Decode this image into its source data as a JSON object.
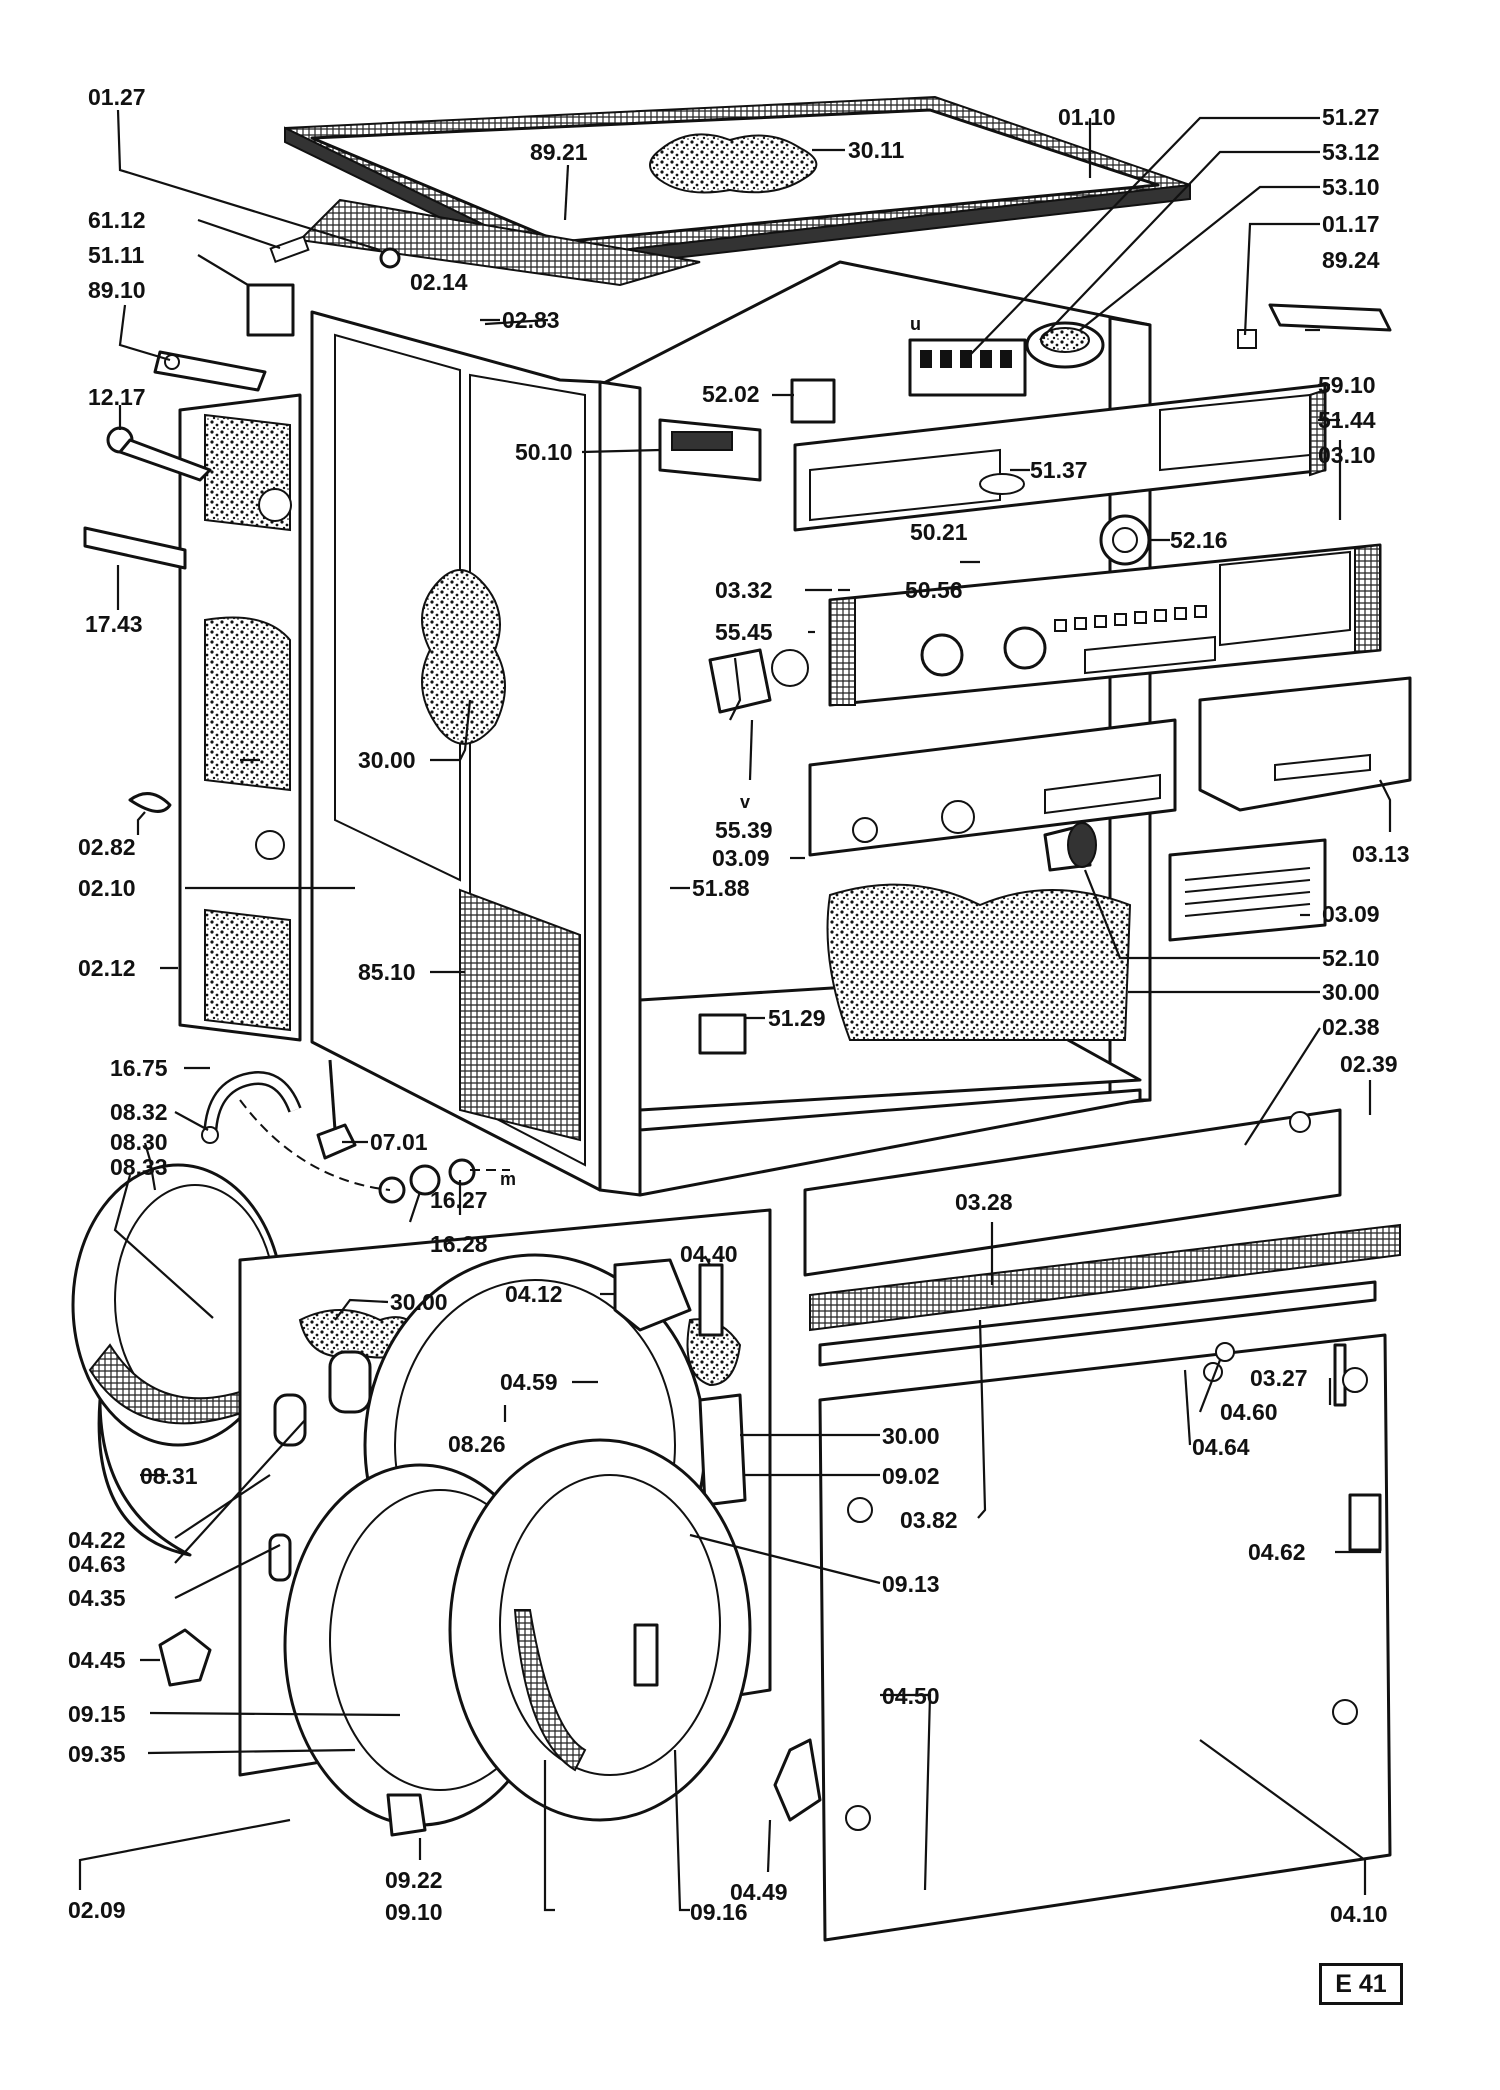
{
  "page_code": "E 41",
  "marks": {
    "u": "u",
    "v": "v",
    "m": "m"
  },
  "callouts": [
    "01.27",
    "01.10",
    "51.27",
    "89.21",
    "30.11",
    "53.12",
    "53.10",
    "61.12",
    "01.17",
    "51.11",
    "89.24",
    "89.10",
    "02.14",
    "02.83",
    "12.17",
    "52.02",
    "59.10",
    "51.44",
    "50.10",
    "03.10",
    "51.37",
    "50.21",
    "52.16",
    "17.43",
    "03.32",
    "50.56",
    "55.45",
    "30.00",
    "55.39",
    "03.13",
    "02.82",
    "03.09",
    "02.10",
    "51.88",
    "03.09",
    "02.12",
    "85.10",
    "52.10",
    "30.00",
    "51.29",
    "16.75",
    "02.38",
    "02.39",
    "08.32",
    "07.01",
    "08.30",
    "08.33",
    "16.27",
    "16.28",
    "03.28",
    "04.40",
    "04.12",
    "30.00",
    "04.59",
    "03.27",
    "04.60",
    "08.26",
    "04.64",
    "30.00",
    "08.31",
    "09.02",
    "03.82",
    "04.22",
    "04.63",
    "04.35",
    "09.13",
    "04.62",
    "04.45",
    "09.15",
    "04.50",
    "09.35",
    "04.49",
    "02.09",
    "09.22",
    "09.10",
    "09.16",
    "04.10"
  ]
}
